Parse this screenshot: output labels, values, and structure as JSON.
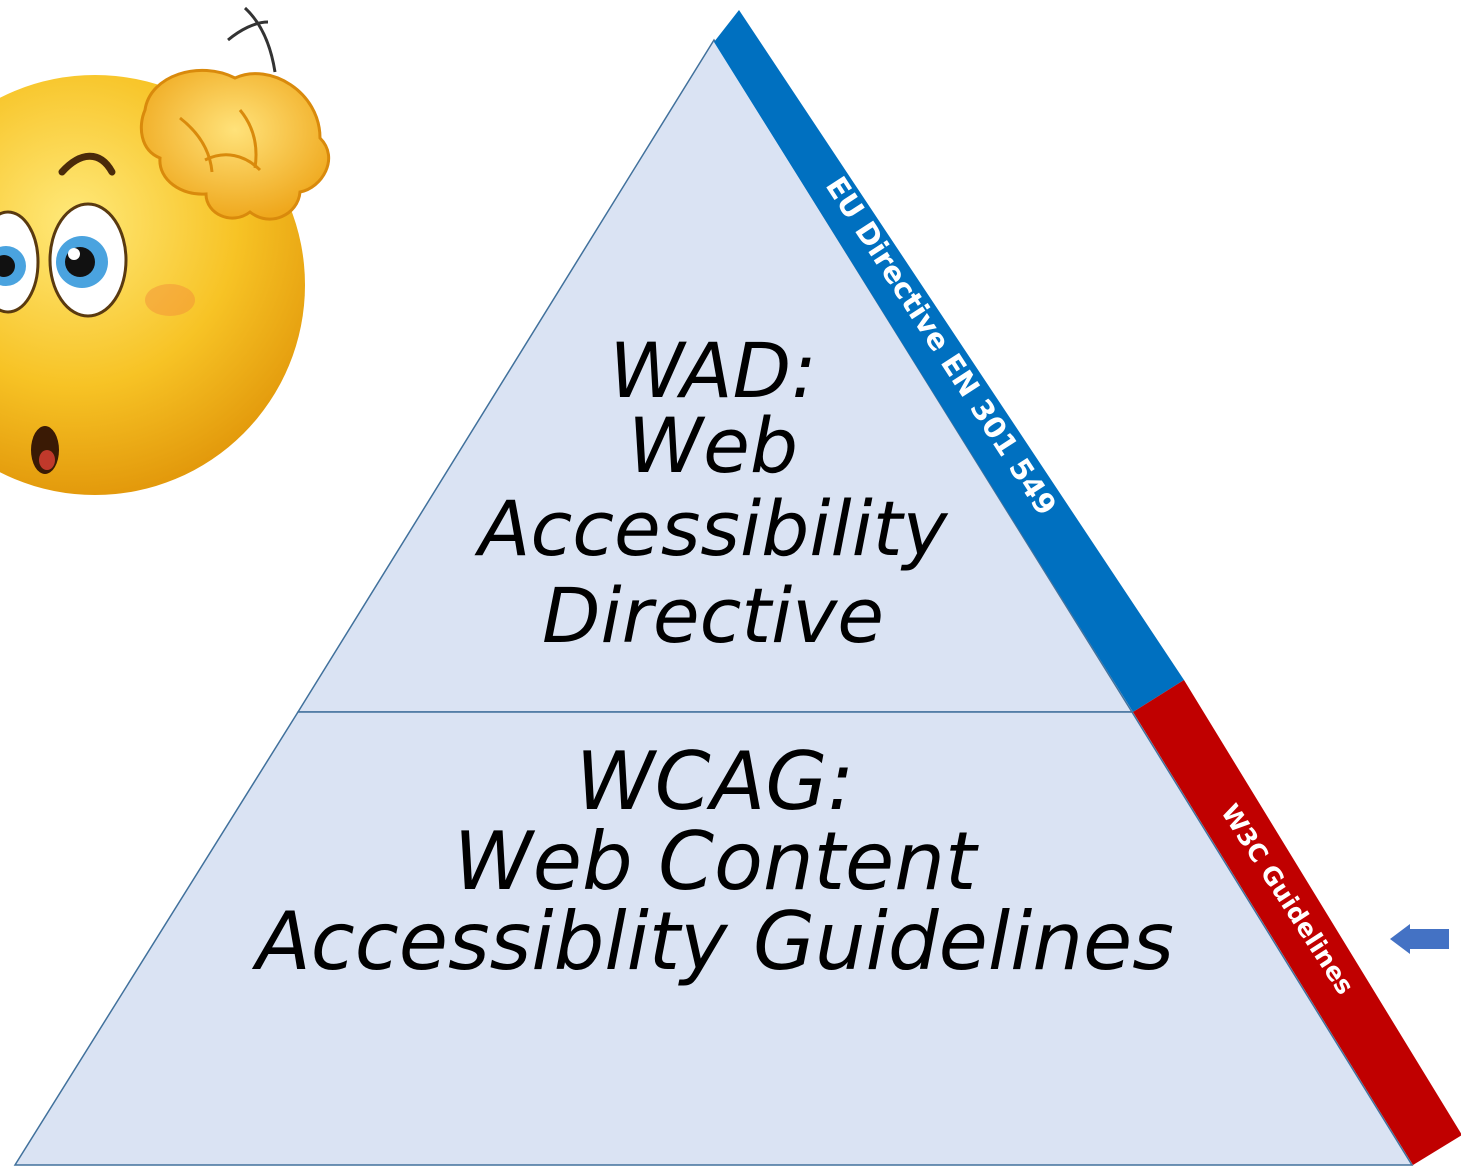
{
  "pyramid": {
    "top_tier": {
      "title": "WAD:",
      "lines": [
        "Web",
        "Accessibility",
        "Directive"
      ]
    },
    "bottom_tier": {
      "title": "WCAG:",
      "lines": [
        "Web Content",
        "Accessiblity Guidelines"
      ]
    },
    "side_labels": {
      "top": "EU Directive EN 301 549",
      "bottom": "W3C Guidelines"
    }
  },
  "colors": {
    "triangle_fill": "#dae3f3",
    "triangle_stroke": "#41719c",
    "eu_band": "#0070c0",
    "w3c_band": "#c00000",
    "arrow": "#4472c4"
  },
  "icons": {
    "emoji": "confused-face-icon",
    "arrow": "arrow-left-icon"
  }
}
